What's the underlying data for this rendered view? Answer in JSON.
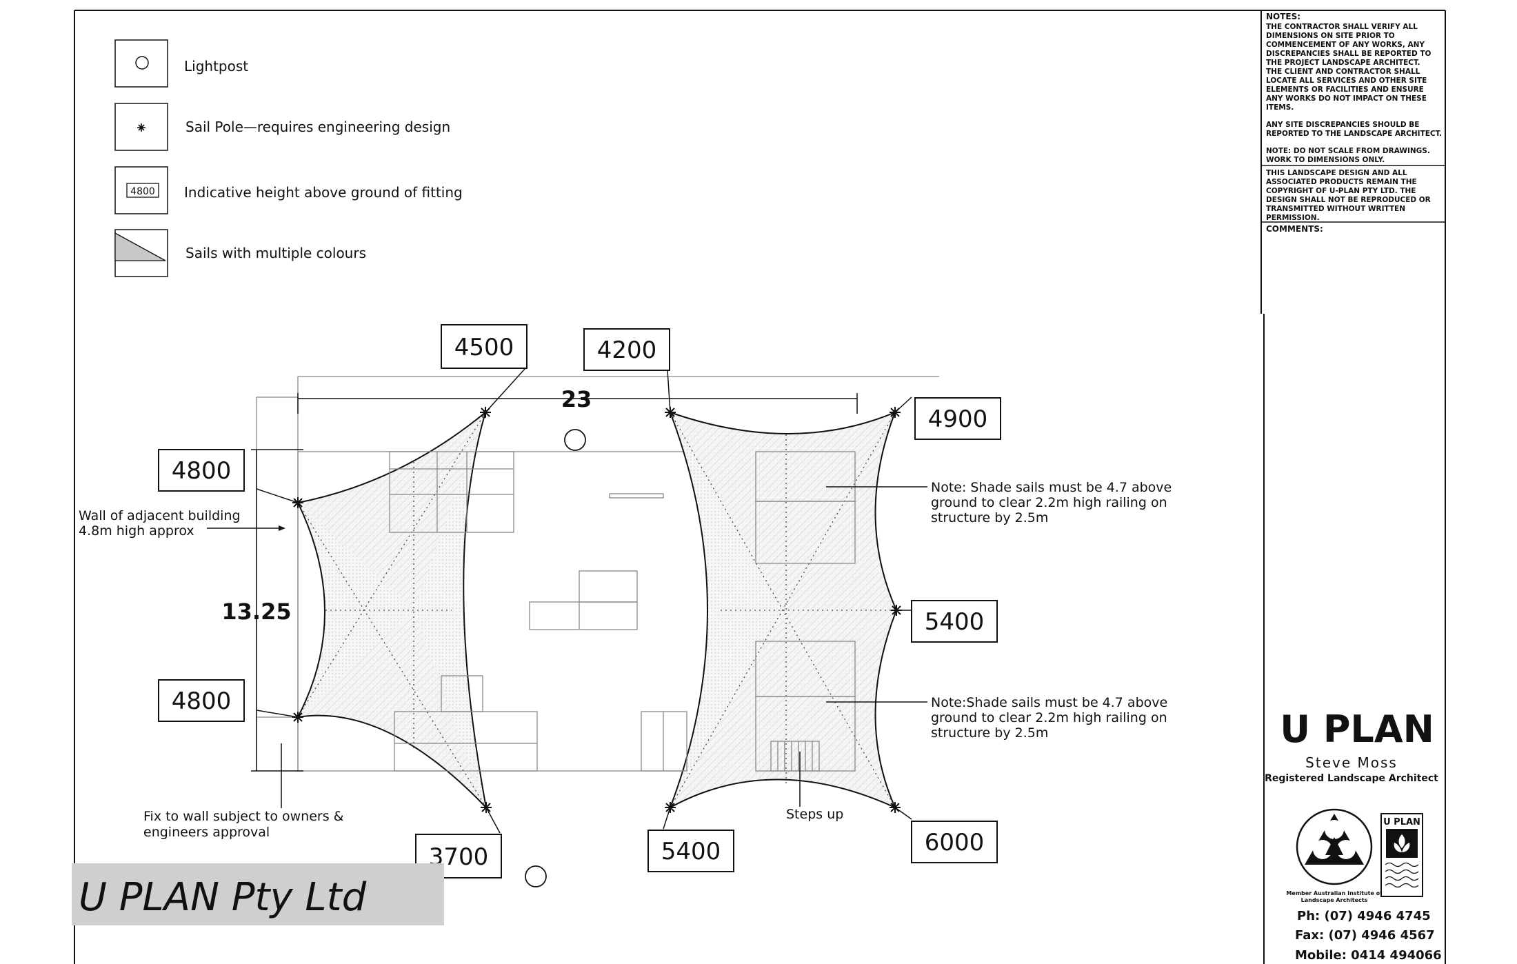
{
  "legend": {
    "items": [
      {
        "icon": "lightpost-icon",
        "label": "Lightpost"
      },
      {
        "icon": "sail-pole-icon",
        "label": "Sail Pole—requires engineering design"
      },
      {
        "icon": "height-tag-icon",
        "tag": "4800",
        "label": "Indicative height above ground of fitting"
      },
      {
        "icon": "sail-colours-icon",
        "label": "Sails with multiple colours"
      }
    ]
  },
  "dimensions": {
    "width": "23",
    "depth": "13.25"
  },
  "heights": {
    "h4500": "4500",
    "h4200": "4200",
    "h4900": "4900",
    "h4800a": "4800",
    "h4800b": "4800",
    "h5400r": "5400",
    "h3700": "3700",
    "h5400b": "5400",
    "h6000": "6000"
  },
  "annotations": {
    "wall_line1": "Wall of adjacent building",
    "wall_line2": "4.8m high approx",
    "fix_line1": "Fix to wall subject to owners &",
    "fix_line2": "engineers approval",
    "steps": "Steps up",
    "note1_line1": "Note:  Shade sails must be 4.7 above",
    "note1_line2": "ground to clear 2.2m high railing on",
    "note1_line3": "structure by 2.5m",
    "note2_line1": "Note:Shade sails must be 4.7 above",
    "note2_line2": "ground to clear 2.2m high railing on",
    "note2_line3": "structure by 2.5m"
  },
  "watermark": "U PLAN Pty Ltd",
  "title_block": {
    "notes_heading": "NOTES:",
    "notes_lines": [
      "THE CONTRACTOR SHALL VERIFY ALL",
      "DIMENSIONS ON SITE PRIOR TO",
      "COMMENCEMENT OF ANY WORKS, ANY",
      "DISCREPANCIES SHALL BE REPORTED TO",
      "THE PROJECT LANDSCAPE ARCHITECT.",
      "THE CLIENT AND CONTRACTOR SHALL",
      "LOCATE ALL SERVICES AND OTHER SITE",
      "ELEMENTS OR FACILITIES AND ENSURE",
      "ANY WORKS DO NOT IMPACT ON THESE",
      "ITEMS."
    ],
    "notes_lines2": [
      "ANY SITE DISCREPANCIES SHOULD BE",
      "REPORTED TO THE LANDSCAPE ARCHITECT."
    ],
    "notes_lines3": [
      "NOTE:  DO NOT SCALE FROM DRAWINGS.",
      "WORK TO DIMENSIONS ONLY."
    ],
    "copyright_lines": [
      "THIS LANDSCAPE DESIGN AND ALL",
      "ASSOCIATED PRODUCTS REMAIN THE",
      "COPYRIGHT OF U-PLAN PTY LTD.  THE",
      "DESIGN SHALL NOT BE REPRODUCED OR",
      "TRANSMITTED WITHOUT WRITTEN",
      "PERMISSION."
    ],
    "comments_heading": "COMMENTS:",
    "brand": "U PLAN",
    "architect": "Steve Moss",
    "architect_title": "Registered Landscape Architect",
    "aila_line1": "Member Australian Institute of",
    "aila_line2": "Landscape Architects",
    "logo_tag": "U PLAN",
    "phone": "Ph:   (07)  4946  4745",
    "fax": "Fax:  (07)  4946  4567",
    "mobile": "Mobile:  0414  494066"
  }
}
